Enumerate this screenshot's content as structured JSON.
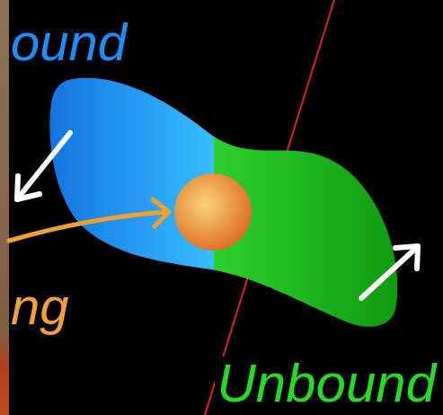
{
  "diagram": {
    "labels": [
      "ound",
      "ng",
      "Unbound"
    ]
  }
}
